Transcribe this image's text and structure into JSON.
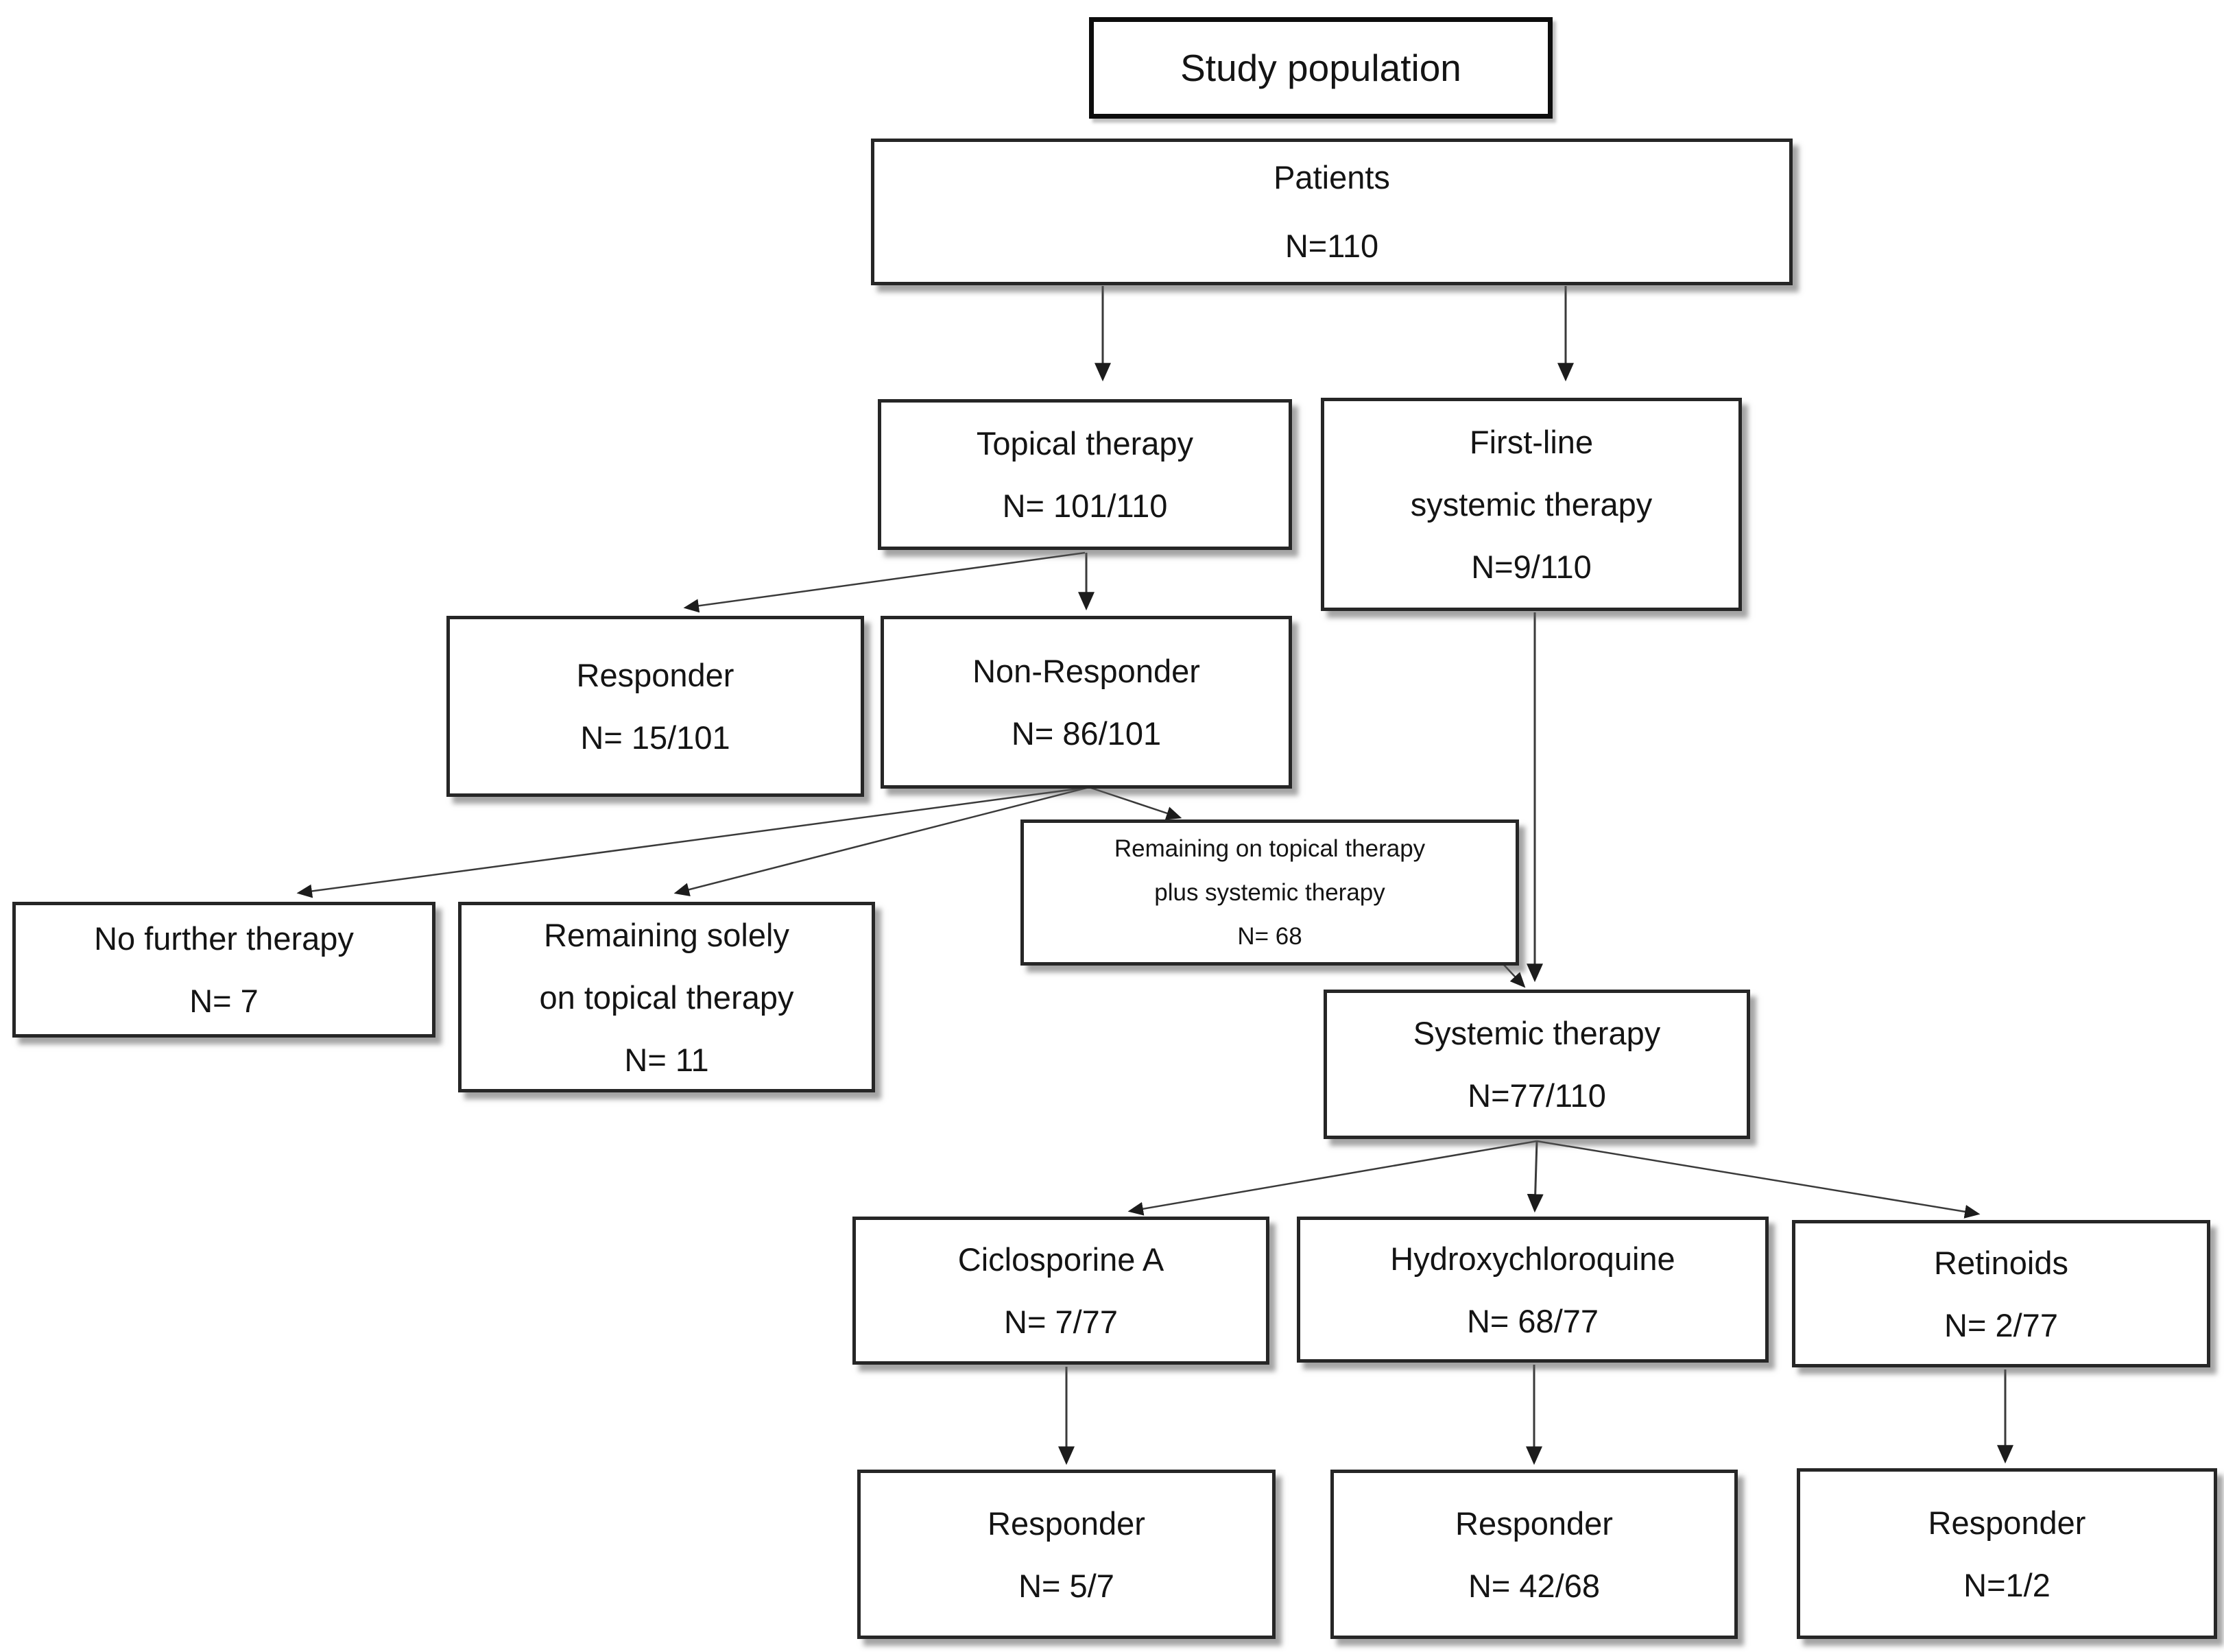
{
  "figure": {
    "type": "flow-diagram",
    "title": "Study population"
  },
  "colors": {
    "background": "#ffffff",
    "box_fill": "#ffffff",
    "box_border": "#262626",
    "text": "#141414",
    "connector": "#3a3a3a"
  },
  "nodes": {
    "study_population": {
      "lines": [
        "Study population"
      ]
    },
    "patients": {
      "lines": [
        "Patients",
        "N=110"
      ]
    },
    "topical_therapy": {
      "lines": [
        "Topical therapy",
        "N= 101/110"
      ]
    },
    "first_line_systemic": {
      "lines": [
        "First-line",
        "systemic therapy",
        "N=9/110"
      ]
    },
    "responder_topical": {
      "lines": [
        "Responder",
        "N= 15/101"
      ]
    },
    "non_responder_topical": {
      "lines": [
        "Non-Responder",
        "N= 86/101"
      ]
    },
    "remaining_topical_plus_systemic": {
      "lines": [
        "Remaining on topical therapy",
        "plus systemic therapy",
        "N= 68"
      ]
    },
    "no_further_therapy": {
      "lines": [
        "No further therapy",
        "N= 7"
      ]
    },
    "remaining_solely_topical": {
      "lines": [
        "Remaining solely",
        "on topical therapy",
        "N= 11"
      ]
    },
    "systemic_therapy": {
      "lines": [
        "Systemic therapy",
        "N=77/110"
      ]
    },
    "ciclosporine": {
      "lines": [
        "Ciclosporine A",
        "N= 7/77"
      ]
    },
    "hydroxychloroquine": {
      "lines": [
        "Hydroxychloroquine",
        "N= 68/77"
      ]
    },
    "retinoids": {
      "lines": [
        "Retinoids",
        "N= 2/77"
      ]
    },
    "responder_ciclosporine": {
      "lines": [
        "Responder",
        "N= 5/7"
      ]
    },
    "responder_hydroxychloroquine": {
      "lines": [
        "Responder",
        "N= 42/68"
      ]
    },
    "responder_retinoids": {
      "lines": [
        "Responder",
        "N=1/2"
      ]
    }
  }
}
